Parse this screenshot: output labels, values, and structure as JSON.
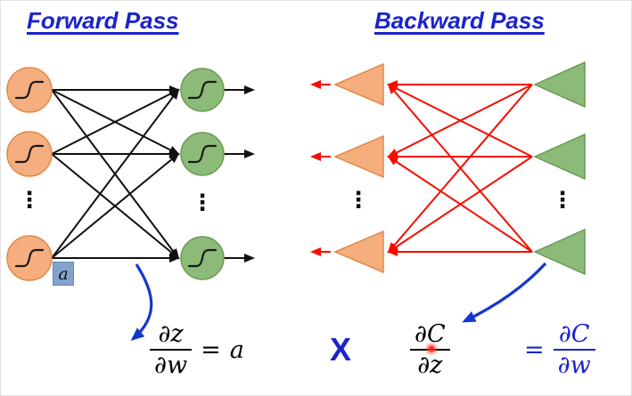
{
  "slide": {
    "forward_title": "Forward Pass",
    "backward_title": "Backward Pass"
  },
  "network": {
    "ellipsis": "⋮",
    "activation_label": "a"
  },
  "formulas": {
    "forward": {
      "numerator": "∂z",
      "denominator": "∂w",
      "equals": "=",
      "result": "a"
    },
    "multiply": "X",
    "backward": {
      "numerator": "∂C",
      "denominator": "∂z"
    },
    "result": {
      "equals": "=",
      "numerator": "∂C",
      "denominator": "∂w"
    }
  },
  "colors": {
    "title_blue": "#1b23cc",
    "arrow_blue": "#1537cf",
    "neuron_orange": "#f6ae7e",
    "neuron_green": "#8cbb79",
    "connection_red": "#f60d00",
    "connection_black": "#111111",
    "label_box_blue": "#84a3cc"
  }
}
